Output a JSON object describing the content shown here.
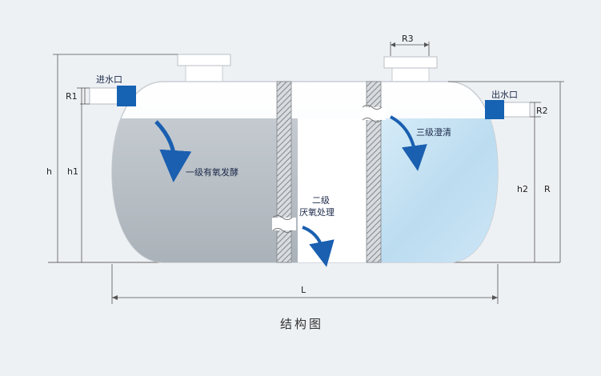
{
  "labels": {
    "inlet": "进水口",
    "outlet": "出水口",
    "stage1": "一级有氧发酵",
    "stage2_line1": "二级",
    "stage2_line2": "厌氧处理",
    "stage3": "三级澄清",
    "caption": "结构图"
  },
  "dimensions": {
    "R1": "R1",
    "R2": "R2",
    "R3": "R3",
    "h": "h",
    "h1": "h1",
    "h2": "h2",
    "R": "R",
    "L": "L"
  },
  "colors": {
    "background": "#eef1f4",
    "tank_shell": "#f7f9fb",
    "chamber_grey": "#b6bec5",
    "chamber_blue": "#c5e2f3",
    "pipe_blue": "#1662b3",
    "arrow_blue": "#1a5fb0",
    "wall_hatch": "#8a8f94",
    "dim_line": "#555555"
  }
}
